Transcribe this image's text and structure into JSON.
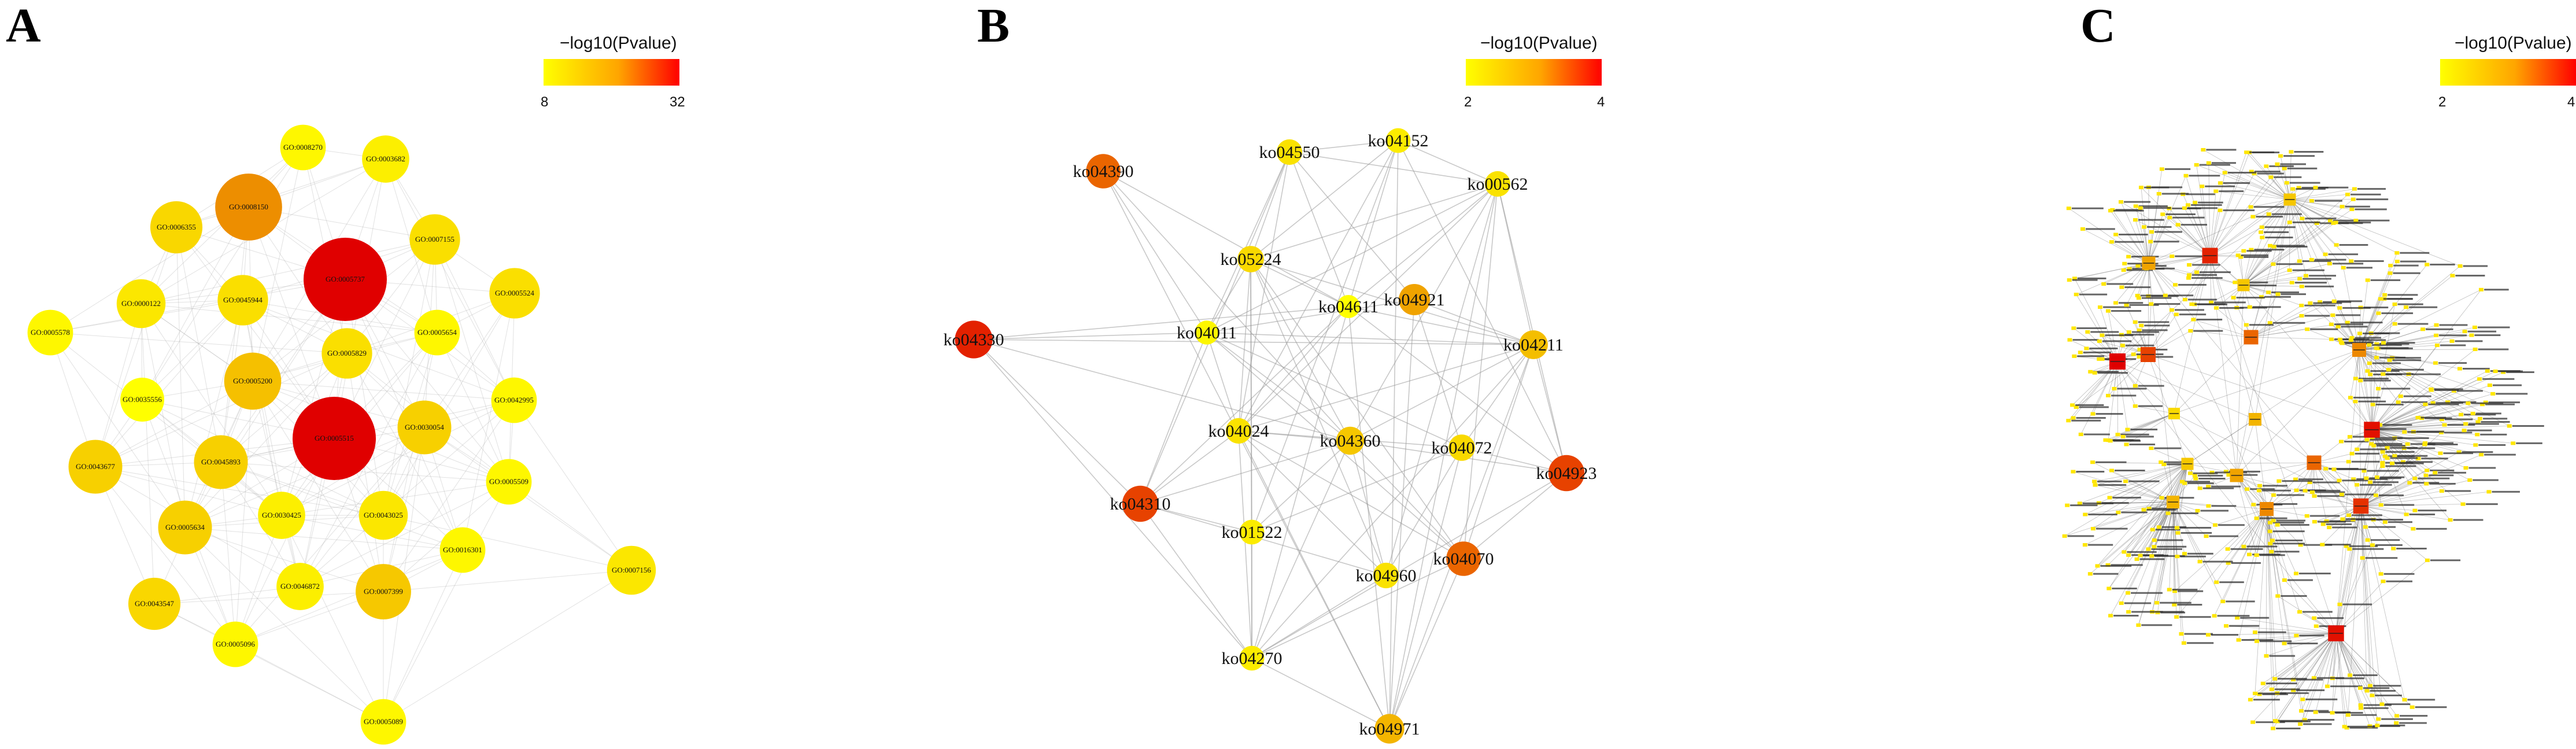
{
  "panels": [
    {
      "letter": "A",
      "legend": {
        "title": "−log10(Pvalue)",
        "min": "8",
        "max": "32",
        "colors": [
          "#ffff00",
          "#ff0000"
        ]
      },
      "nodes": [
        {
          "id": "GO:0008270",
          "v": 9
        },
        {
          "id": "GO:0003682",
          "v": 10
        },
        {
          "id": "GO:0006355",
          "v": 13
        },
        {
          "id": "GO:0008150",
          "v": 22
        },
        {
          "id": "GO:0007155",
          "v": 12
        },
        {
          "id": "GO:0005737",
          "v": 32
        },
        {
          "id": "GO:0000122",
          "v": 11
        },
        {
          "id": "GO:0045944",
          "v": 12
        },
        {
          "id": "GO:0005524",
          "v": 12
        },
        {
          "id": "GO:0005578",
          "v": 9
        },
        {
          "id": "GO:0005829",
          "v": 12
        },
        {
          "id": "GO:0005654",
          "v": 9
        },
        {
          "id": "GO:0005200",
          "v": 16
        },
        {
          "id": "GO:0035556",
          "v": 8
        },
        {
          "id": "GO:0042995",
          "v": 9
        },
        {
          "id": "GO:0005515",
          "v": 32
        },
        {
          "id": "GO:0030054",
          "v": 14
        },
        {
          "id": "GO:0043677",
          "v": 14
        },
        {
          "id": "GO:0045893",
          "v": 14
        },
        {
          "id": "GO:0005509",
          "v": 9
        },
        {
          "id": "GO:0005634",
          "v": 14
        },
        {
          "id": "GO:0030425",
          "v": 10
        },
        {
          "id": "GO:0043025",
          "v": 11
        },
        {
          "id": "GO:0016301",
          "v": 9
        },
        {
          "id": "GO:0007156",
          "v": 11
        },
        {
          "id": "GO:0046872",
          "v": 10
        },
        {
          "id": "GO:0007399",
          "v": 15
        },
        {
          "id": "GO:0043547",
          "v": 13
        },
        {
          "id": "GO:0005096",
          "v": 9
        },
        {
          "id": "GO:0005089",
          "v": 9
        }
      ]
    },
    {
      "letter": "B",
      "legend": {
        "title": "−log10(Pvalue)",
        "min": "2",
        "max": "4",
        "colors": [
          "#ffff00",
          "#ff0000"
        ]
      },
      "nodes": [
        {
          "id": "ko04390",
          "v": 3.4
        },
        {
          "id": "ko04550",
          "v": 2.3
        },
        {
          "id": "ko04152",
          "v": 2.2
        },
        {
          "id": "ko00562",
          "v": 2.3
        },
        {
          "id": "ko05224",
          "v": 2.4
        },
        {
          "id": "ko04921",
          "v": 3.0
        },
        {
          "id": "ko04611",
          "v": 2.0
        },
        {
          "id": "ko04330",
          "v": 3.8
        },
        {
          "id": "ko04011",
          "v": 2.1
        },
        {
          "id": "ko04211",
          "v": 2.7
        },
        {
          "id": "ko04024",
          "v": 2.3
        },
        {
          "id": "ko04360",
          "v": 2.6
        },
        {
          "id": "ko04072",
          "v": 2.4
        },
        {
          "id": "ko04923",
          "v": 3.6
        },
        {
          "id": "ko04310",
          "v": 3.6
        },
        {
          "id": "ko01522",
          "v": 2.2
        },
        {
          "id": "ko04070",
          "v": 3.4
        },
        {
          "id": "ko04960",
          "v": 2.3
        },
        {
          "id": "ko04270",
          "v": 2.2
        },
        {
          "id": "ko04971",
          "v": 2.8
        }
      ]
    },
    {
      "letter": "C",
      "legend": {
        "title": "−log10(Pvalue)",
        "min": "2",
        "max": "4",
        "colors": [
          "#ffff00",
          "#ff0000"
        ]
      }
    }
  ]
}
